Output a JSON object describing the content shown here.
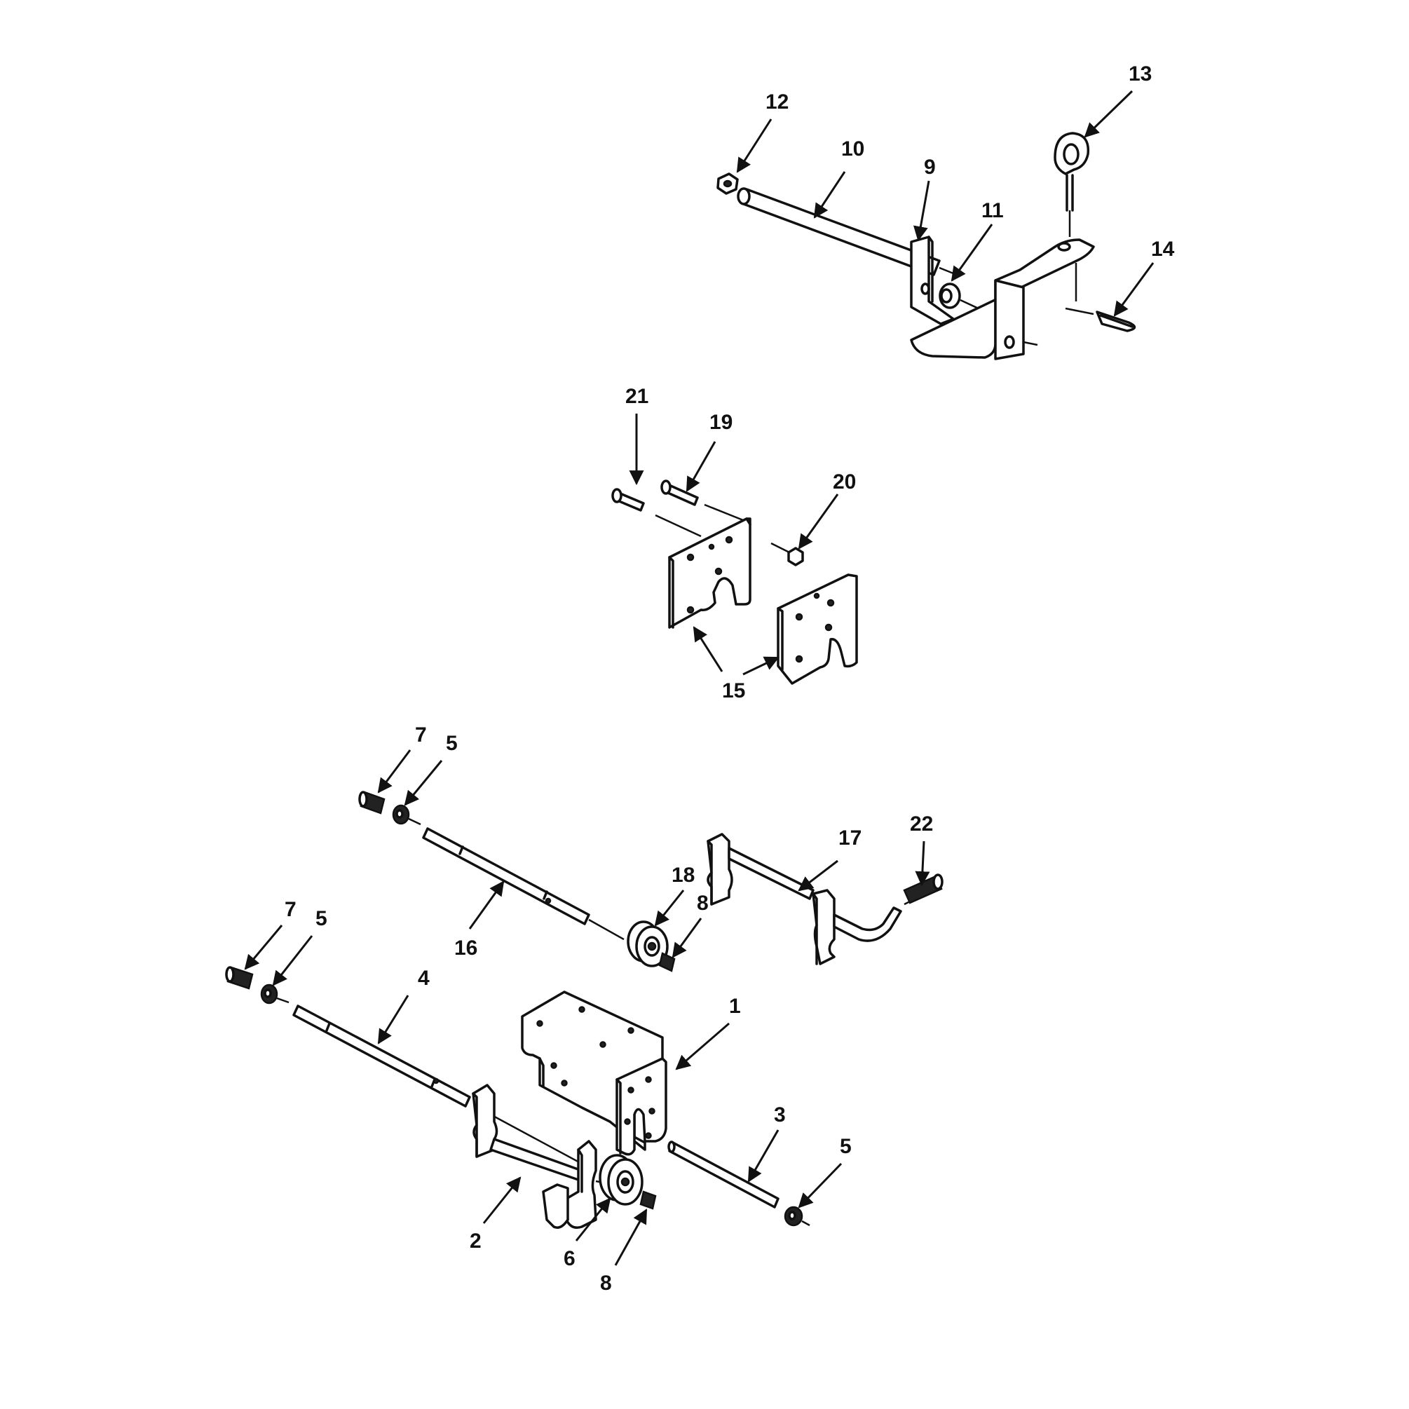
{
  "callouts": {
    "c1": "1",
    "c2": "2",
    "c3": "3",
    "c4": "4",
    "c5a": "5",
    "c5b": "5",
    "c5c": "5",
    "c6": "6",
    "c7a": "7",
    "c7b": "7",
    "c8a": "8",
    "c8b": "8",
    "c9": "9",
    "c10": "10",
    "c11": "11",
    "c12": "12",
    "c13": "13",
    "c14": "14",
    "c15": "15",
    "c16": "16",
    "c17": "17",
    "c18": "18",
    "c19": "19",
    "c20": "20",
    "c21": "21",
    "c22": "22"
  },
  "colors": {
    "ink": "#111111",
    "background": "#ffffff"
  }
}
